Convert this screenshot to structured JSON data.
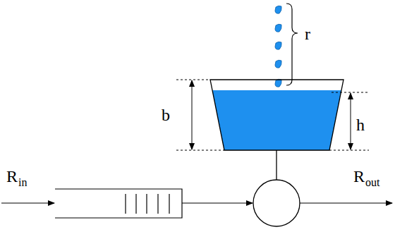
{
  "diagram": {
    "labels": [
      "r",
      "b",
      "h",
      "R",
      "in",
      "R",
      "out"
    ]
  }
}
